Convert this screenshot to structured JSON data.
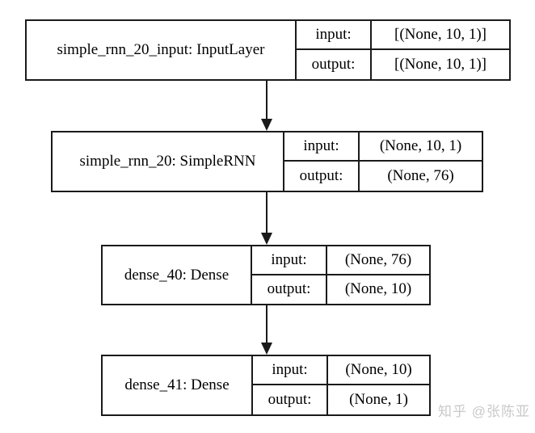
{
  "diagram": {
    "type": "keras-model-plot",
    "io_labels": {
      "input": "input:",
      "output": "output:"
    },
    "layers": [
      {
        "name": "simple_rnn_20_input: InputLayer",
        "layer_id": "simple_rnn_20_input",
        "layer_type": "InputLayer",
        "input_shape": "[(None, 10, 1)]",
        "output_shape": "[(None, 10, 1)]"
      },
      {
        "name": "simple_rnn_20: SimpleRNN",
        "layer_id": "simple_rnn_20",
        "layer_type": "SimpleRNN",
        "input_shape": "(None, 10, 1)",
        "output_shape": "(None, 76)"
      },
      {
        "name": "dense_40: Dense",
        "layer_id": "dense_40",
        "layer_type": "Dense",
        "input_shape": "(None, 76)",
        "output_shape": "(None, 10)"
      },
      {
        "name": "dense_41: Dense",
        "layer_id": "dense_41",
        "layer_type": "Dense",
        "input_shape": "(None, 10)",
        "output_shape": "(None, 1)"
      }
    ],
    "edges": [
      {
        "from": "simple_rnn_20_input",
        "to": "simple_rnn_20"
      },
      {
        "from": "simple_rnn_20",
        "to": "dense_40"
      },
      {
        "from": "dense_40",
        "to": "dense_41"
      }
    ],
    "colors": {
      "border": "#1a1a1a",
      "background": "#ffffff",
      "text": "#000000",
      "watermark": "#c9c9c9"
    },
    "watermark": "知乎 @张陈亚"
  }
}
